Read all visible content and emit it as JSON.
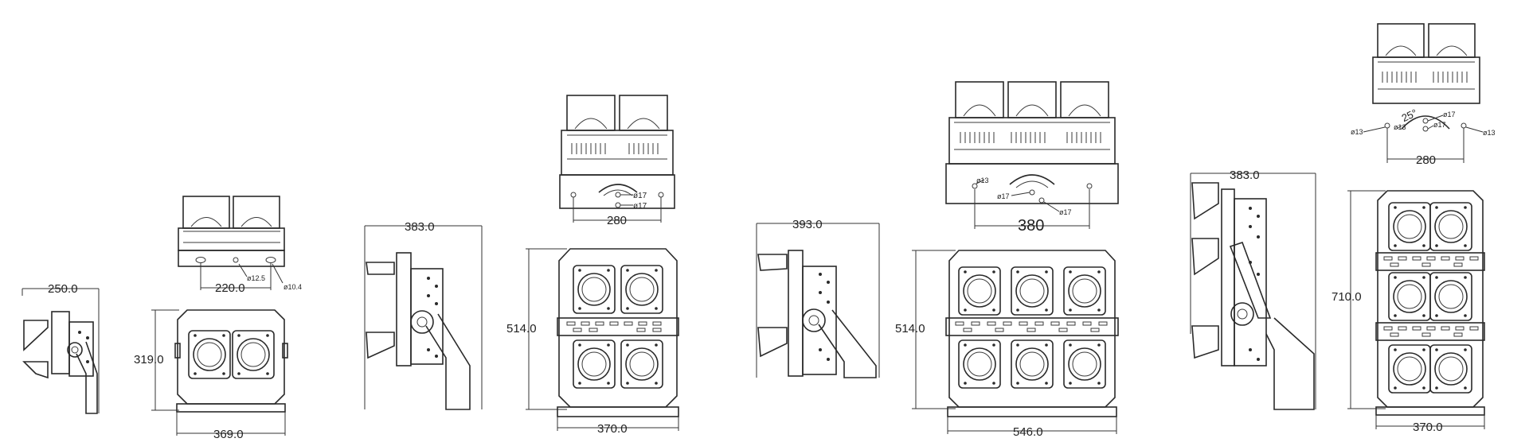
{
  "dimensions": {
    "side_small_width": "250.0",
    "front_small_width": "369.0",
    "front_small_height": "319.0",
    "top_small_width": "220.0",
    "top_small_hole_a": "ø12.5",
    "top_small_hole_b": "ø10.4",
    "side_4_width": "383.0",
    "front_4_width": "370.0",
    "front_4_height": "514.0",
    "top_4_width": "280",
    "top_4_hole_a": "ø17",
    "top_4_hole_b": "ø17",
    "side_6_width": "393.0",
    "front_6_width": "546.0",
    "front_6_height": "514.0",
    "top_6_width": "380",
    "top_6_hole_a": "ø13",
    "top_6_hole_b": "ø17",
    "top_6_hole_c": "ø17",
    "side_6v_width": "383.0",
    "front_6v_width": "370.0",
    "front_6v_height": "710.0",
    "top_6v_width": "280",
    "top_6v_angle": "25°",
    "top_6v_hole_a": "ø13",
    "top_6v_hole_b": "ø13",
    "top_6v_hole_c": "ø17",
    "top_6v_hole_d": "ø17",
    "top_6v_hole_e": "ø13"
  }
}
